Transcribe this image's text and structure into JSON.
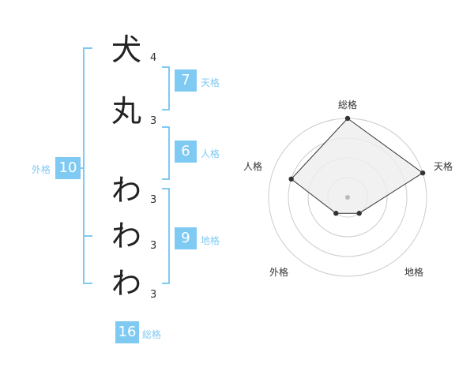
{
  "name": {
    "characters": [
      {
        "char": "犬",
        "strokes": "4"
      },
      {
        "char": "丸",
        "strokes": "3"
      },
      {
        "char": "わ",
        "strokes": "3"
      },
      {
        "char": "わ",
        "strokes": "3"
      },
      {
        "char": "わ",
        "strokes": "3"
      }
    ]
  },
  "kakusu": {
    "tenkaku": {
      "value": "7",
      "label": "天格"
    },
    "jinkaku": {
      "value": "6",
      "label": "人格"
    },
    "chikaku": {
      "value": "9",
      "label": "地格"
    },
    "gaikaku": {
      "value": "10",
      "label": "外格"
    },
    "soukaku": {
      "value": "16",
      "label": "総格"
    }
  },
  "radar": {
    "axes": [
      "総格",
      "天格",
      "地格",
      "外格",
      "人格"
    ],
    "levels": 4,
    "values": [
      4,
      4,
      1,
      1,
      3
    ],
    "colors": {
      "fill": "#eeeeee",
      "stroke": "#333333",
      "ring": "#cccccc",
      "center": "#bbbbbb"
    }
  }
}
